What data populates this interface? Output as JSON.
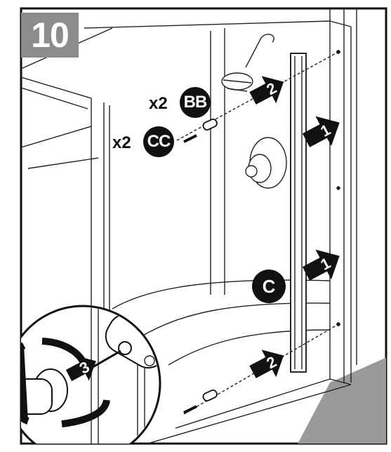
{
  "step": {
    "number": "10"
  },
  "parts": [
    {
      "quantity": "x2",
      "label": "BB"
    },
    {
      "quantity": "x2",
      "label": "CC"
    }
  ],
  "callout": {
    "label": "C"
  },
  "arrows": [
    {
      "label": "1"
    },
    {
      "label": "1"
    },
    {
      "label": "2"
    },
    {
      "label": "2"
    },
    {
      "label": "3"
    }
  ],
  "colors": {
    "badge": "#8c8c8c",
    "ink": "#111111",
    "floor": "#9a9a9a"
  }
}
